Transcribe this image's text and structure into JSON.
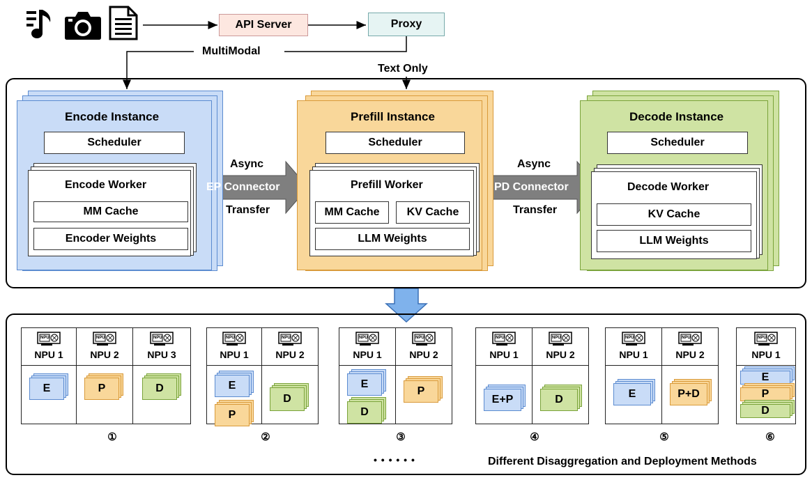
{
  "colors": {
    "encode_fill": "#c9dcf7",
    "encode_border": "#5b8bd0",
    "prefill_fill": "#f9d79a",
    "prefill_border": "#d99a3a",
    "decode_fill": "#cfe3a3",
    "decode_border": "#7aa33a",
    "api_fill": "#fde7e0",
    "proxy_fill": "#e6f4f3",
    "arrow_gray": "#7f7f7f",
    "arrow_blue": "#7fb2ec",
    "ep_pink": "#f9dde6"
  },
  "top": {
    "icons": [
      "music-note-icon",
      "camera-icon",
      "document-icon"
    ],
    "api_server": "API Server",
    "proxy": "Proxy",
    "multimodal": "MultiModal",
    "text_only": "Text Only"
  },
  "encode": {
    "title": "Encode Instance",
    "scheduler": "Scheduler",
    "worker": "Encode Worker",
    "cache": "MM Cache",
    "weights": "Encoder Weights"
  },
  "prefill": {
    "title": "Prefill Instance",
    "scheduler": "Scheduler",
    "worker": "Prefill Worker",
    "mm_cache": "MM Cache",
    "kv_cache": "KV Cache",
    "weights": "LLM Weights"
  },
  "decode": {
    "title": "Decode Instance",
    "scheduler": "Scheduler",
    "worker": "Decode Worker",
    "cache": "KV Cache",
    "weights": "LLM Weights"
  },
  "connectors": {
    "ep": {
      "label": "EP Connector",
      "top": "Async",
      "bottom": "Transfer"
    },
    "pd": {
      "label": "PD Connector",
      "top": "Async",
      "bottom": "Transfer"
    }
  },
  "methods": {
    "npu_chip": "NPU",
    "caption": "Different Disaggregation and Deployment Methods",
    "ellipsis": "• • • • • •",
    "groups": [
      {
        "number": "①",
        "npus": [
          "NPU 1",
          "NPU 2",
          "NPU 3"
        ],
        "labels": [
          "E",
          "P",
          "D"
        ]
      },
      {
        "number": "②",
        "npus": [
          "NPU 1",
          "NPU 2"
        ],
        "labels": [
          "E",
          "P",
          "D"
        ]
      },
      {
        "number": "③",
        "npus": [
          "NPU 1",
          "NPU 2"
        ],
        "labels": [
          "E",
          "D",
          "P"
        ]
      },
      {
        "number": "④",
        "npus": [
          "NPU 1",
          "NPU 2"
        ],
        "labels": [
          "E+P",
          "D"
        ]
      },
      {
        "number": "⑤",
        "npus": [
          "NPU 1",
          "NPU 2"
        ],
        "labels": [
          "E",
          "P+D"
        ]
      },
      {
        "number": "⑥",
        "npus": [
          "NPU 1"
        ],
        "labels": [
          "E",
          "P",
          "D"
        ]
      }
    ]
  }
}
